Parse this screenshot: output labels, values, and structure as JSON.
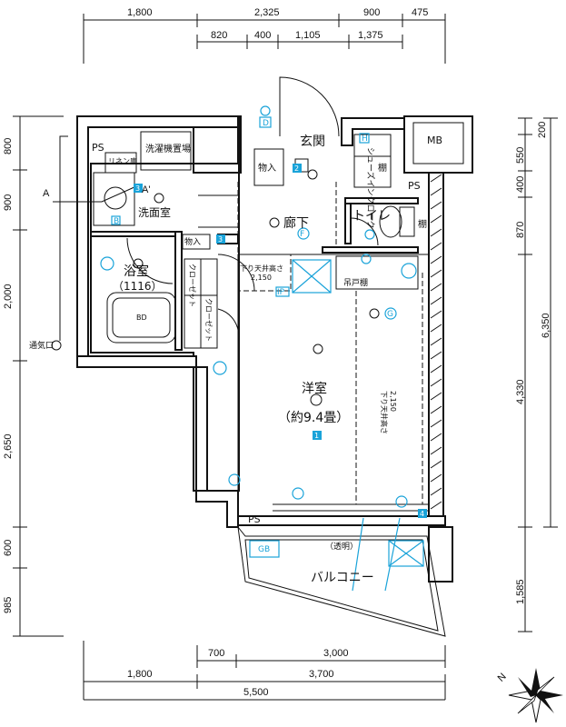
{
  "dimensions": {
    "top_row1": [
      "1,800",
      "2,325",
      "900",
      "475"
    ],
    "top_row2": [
      "820",
      "400",
      "1,105",
      "1,375"
    ],
    "bottom_row1": [
      "700",
      "3,000"
    ],
    "bottom_row2": [
      "1,800",
      "3,700"
    ],
    "bottom_total": "5,500",
    "left": [
      "800",
      "900",
      "2,000",
      "2,650",
      "600",
      "985"
    ],
    "right_inner": [
      "200",
      "550",
      "400",
      "870",
      "4,330",
      "1,585"
    ],
    "right_outer": "6,350"
  },
  "rooms": {
    "genkan": "玄関",
    "rouka": "廊下",
    "toilet": "トイレ",
    "senmenshitsu": "洗面室",
    "yokushitsu": "浴室",
    "yokushitsu_size": "（1116）",
    "youshitsu": "洋室",
    "youshitsu_area": "（約9.4畳）",
    "balcony": "バルコニー",
    "mb": "MB"
  },
  "labels": {
    "ps_top": "PS",
    "ps_right": "PS",
    "ps_bottom": "PS",
    "linen": "リネン庫",
    "washer": "洗濯機置場",
    "monoire1": "物入",
    "monoire2": "物入",
    "shoes": "シューズインクローク",
    "tana1": "棚",
    "tana2": "棚",
    "closet1": "クローゼット",
    "closet2": "クローゼット",
    "ceiling1": "下り天井高さ",
    "ceiling1_val": "2,150",
    "ceiling2": "下り天井高さ",
    "ceiling2_val": "2,150",
    "tsuriko": "吊戸棚",
    "tomei": "（透明）",
    "vent": "通気口",
    "section_a": "A",
    "section_a2": "A'",
    "bd": "BD",
    "gb": "GB",
    "ip": "IP",
    "icon_f": "F",
    "icon_g": "G",
    "icon_d": "D",
    "icon_h": "H",
    "icon_b": "B",
    "num1": "1",
    "num2": "2",
    "num3a": "3",
    "num3b": "3",
    "num4": "4",
    "compass_n": "N"
  }
}
